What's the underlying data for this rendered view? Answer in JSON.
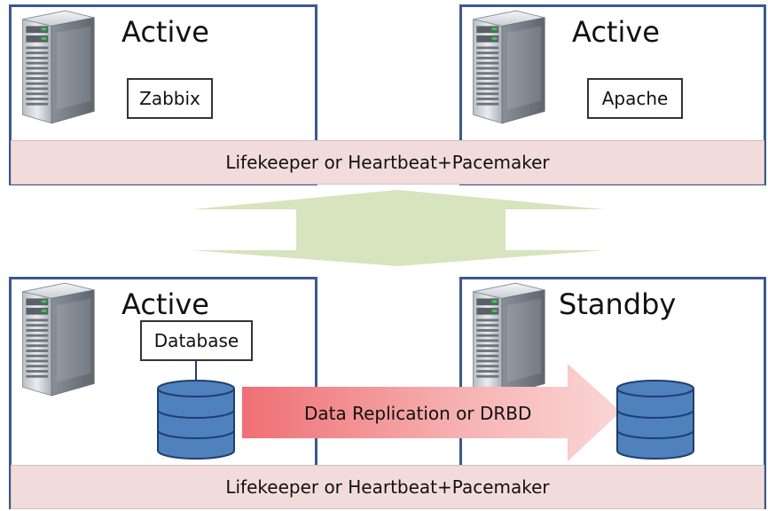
{
  "top": {
    "left": {
      "status": "Active",
      "service": "Zabbix",
      "icon": "server-tower-icon"
    },
    "right": {
      "status": "Active",
      "service": "Apache",
      "icon": "server-tower-icon"
    },
    "cluster_label": "Lifekeeper or Heartbeat+Pacemaker"
  },
  "bottom": {
    "left": {
      "status": "Active",
      "service": "Database",
      "icon": "server-tower-icon"
    },
    "right": {
      "status": "Standby",
      "icon": "server-tower-icon"
    },
    "replication_label": "Data Replication or DRBD",
    "cluster_label": "Lifekeeper or Heartbeat+Pacemaker"
  },
  "colors": {
    "frame": "#3a5a8c",
    "band": "#f2dcdb",
    "swap_arrow": "#d7e4bd",
    "replication_arrow": "#f08080",
    "database": "#4f81bd"
  }
}
